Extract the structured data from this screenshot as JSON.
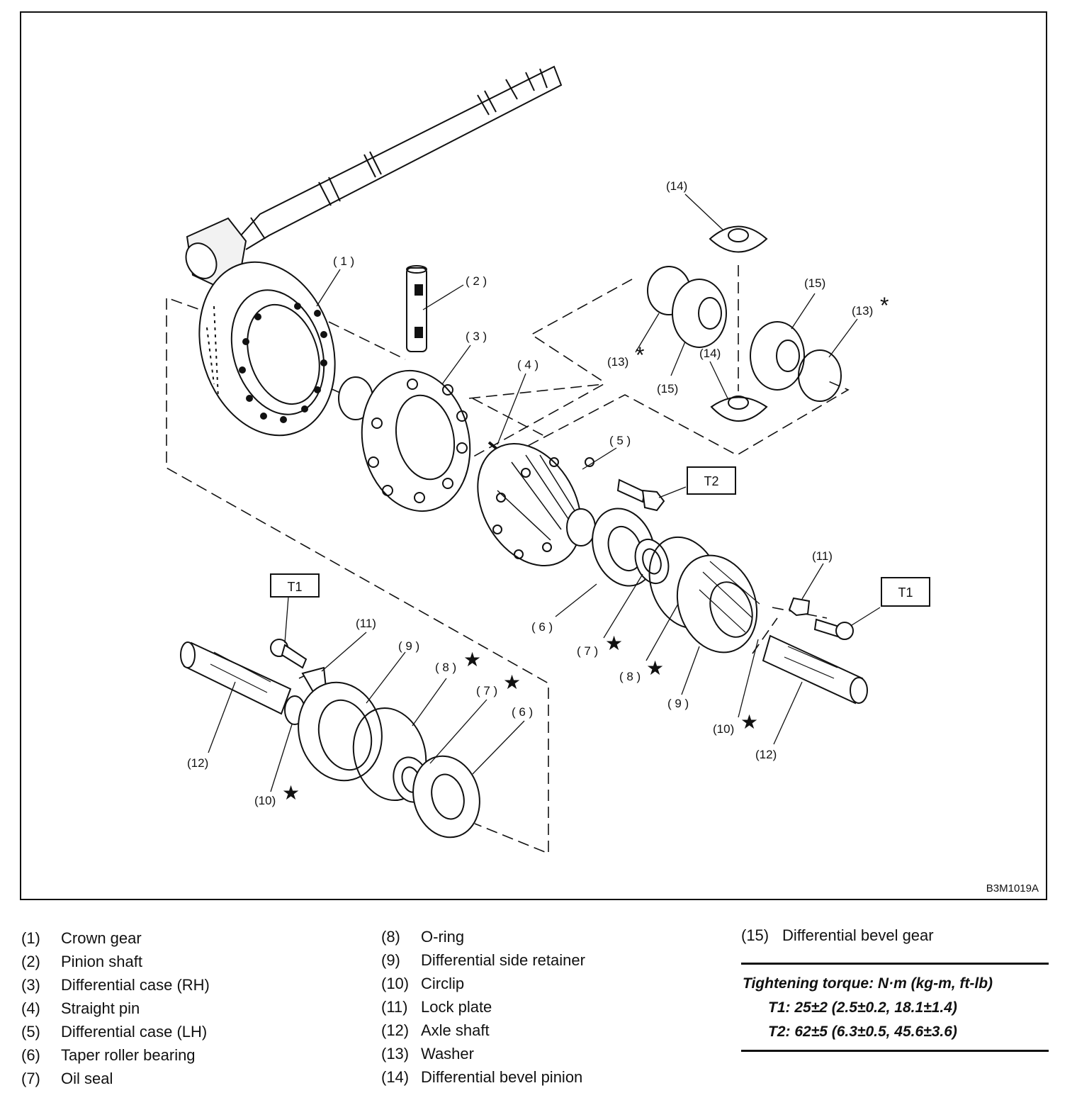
{
  "diagram": {
    "figure_code": "B3M1019A",
    "callouts": {
      "c1": "( 1 )",
      "c2": "( 2 )",
      "c3": "( 3 )",
      "c4": "( 4 )",
      "c5": "( 5 )",
      "c6a": "( 6 )",
      "c6b": "( 6 )",
      "c7a": "( 7 )",
      "c7b": "( 7 )",
      "c8a": "( 8 )",
      "c8b": "( 8 )",
      "c9a": "( 9 )",
      "c9b": "( 9 )",
      "c10a": "(10)",
      "c10b": "(10)",
      "c11a": "(11)",
      "c11b": "(11)",
      "c12a": "(12)",
      "c12b": "(12)",
      "c13a": "(13)",
      "c13b": "(13)",
      "c14a": "(14)",
      "c14b": "(14)",
      "c15a": "(15)",
      "c15b": "(15)"
    },
    "torque_tags": {
      "t1_left": "T1",
      "t1_right": "T1",
      "t2": "T2"
    },
    "marks": {
      "star": "★",
      "asterisk": "*"
    }
  },
  "legend": {
    "col1": [
      {
        "num": "(1)",
        "label": "Crown gear"
      },
      {
        "num": "(2)",
        "label": "Pinion shaft"
      },
      {
        "num": "(3)",
        "label": "Differential case (RH)"
      },
      {
        "num": "(4)",
        "label": "Straight pin"
      },
      {
        "num": "(5)",
        "label": "Differential case (LH)"
      },
      {
        "num": "(6)",
        "label": "Taper roller bearing"
      },
      {
        "num": "(7)",
        "label": "Oil seal"
      }
    ],
    "col2": [
      {
        "num": "(8)",
        "label": "O-ring"
      },
      {
        "num": "(9)",
        "label": "Differential side retainer"
      },
      {
        "num": "(10)",
        "label": "Circlip"
      },
      {
        "num": "(11)",
        "label": "Lock plate"
      },
      {
        "num": "(12)",
        "label": "Axle shaft"
      },
      {
        "num": "(13)",
        "label": "Washer"
      },
      {
        "num": "(14)",
        "label": "Differential bevel pinion"
      }
    ],
    "col3": [
      {
        "num": "(15)",
        "label": "Differential bevel gear"
      }
    ]
  },
  "torque_table": {
    "heading": "Tightening torque: N·m (kg-m, ft-lb)",
    "t1": "T1: 25±2 (2.5±0.2, 18.1±1.4)",
    "t2": "T2: 62±5 (6.3±0.5, 45.6±3.6)"
  }
}
